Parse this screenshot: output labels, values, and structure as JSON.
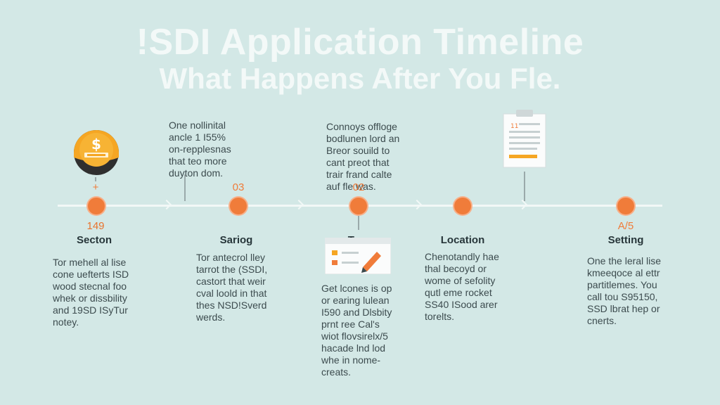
{
  "header": {
    "title": "!SDI Application Timeline",
    "subtitle": "What Happens After You Fle."
  },
  "colors": {
    "background": "#d3e8e6",
    "accent": "#f07c3a",
    "title": "#f3f9f8"
  },
  "icons": {
    "coin": "dollar-coin-icon",
    "clipboard": "clipboard-document-icon",
    "checklist": "checklist-pencil-icon"
  },
  "steps": [
    {
      "marker": "+",
      "number": "149",
      "title": "Secton",
      "desc": "Tor mehell al lise\ncone uefterts ISD\nwood stecnal foo\nwhek or dissbility\nand 19SD ISyTur\nnotey."
    },
    {
      "number": "03",
      "title": "Sariog",
      "desc": "Tor antecrol lley\ntarrot the (SSDI,\ncastort that weir\ncval loold in that\nthes NSD!Sverd\nwerds."
    },
    {
      "number": "02",
      "title": "Tery",
      "desc": "Get lcones is op\nor earing lulean\nI590 and Dlsbity\nprnt ree Cal's\nwiot flovsirelx/5\nhacade lnd lod\nwhe in nome-\ncreats."
    },
    {
      "number": "",
      "title": "Location",
      "desc": "Chenotandly hae\nthal becoyd  or\nwome of sefolity\nqutl eme rocket\nSS40 ISood arer\ntorelts."
    },
    {
      "number": "A/5",
      "title": "Setting",
      "desc": "One the leral lise\nkmeeqoce al ettr\npartitlemes. You\ncall tou S95150,\nSSD lbrat hep or\ncnerts."
    }
  ],
  "upper_notes": [
    "One nollinital\nancle 1 I55%\non-repplesnas\nthat teo more\nduyton dom.",
    "Connoys offloge\nbodlunen lord an\nBreor souild to\ncant preot that\ntrair frand calte\nauf fle was."
  ],
  "clipboard_label": "11"
}
